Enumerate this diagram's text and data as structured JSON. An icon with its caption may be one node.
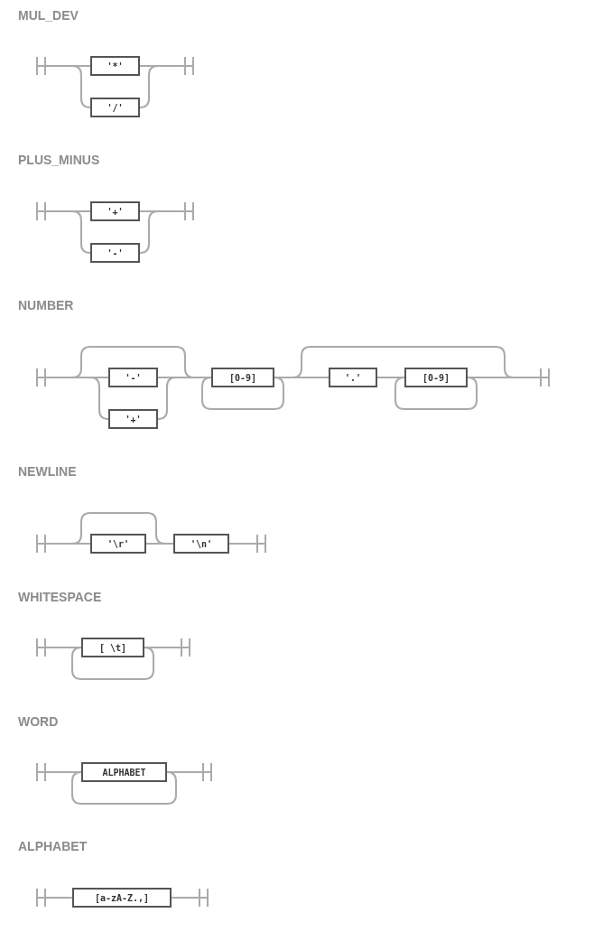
{
  "diagram": {
    "nodes": [
      {
        "text": [],
        "shape": "bar"
      },
      {
        "text": [
          "'*'"
        ]
      },
      {
        "text": [
          "'/'"
        ]
      },
      {
        "text": [],
        "shape": "bar"
      },
      {
        "text": [],
        "shape": "bar"
      },
      {
        "text": [
          "'+'"
        ]
      },
      {
        "text": [
          "'-'"
        ]
      },
      {
        "text": [],
        "shape": "bar"
      },
      {
        "text": [],
        "shape": "bar"
      },
      {
        "text": [
          "'-'"
        ]
      },
      {
        "text": [
          "'+'"
        ]
      },
      {
        "text": [
          "[0-9]"
        ]
      },
      {
        "text": [
          "'.'"
        ]
      },
      {
        "text": [
          "[0-9]"
        ]
      },
      {
        "text": [],
        "shape": "bar"
      },
      {
        "text": [],
        "shape": "bar"
      },
      {
        "text": [
          "'\\r'"
        ]
      },
      {
        "text": [
          "'\\n'"
        ]
      },
      {
        "text": [],
        "shape": "bar"
      },
      {
        "text": [],
        "shape": "bar"
      },
      {
        "text": [
          "[ \\t]"
        ]
      },
      {
        "text": [],
        "shape": "bar"
      },
      {
        "text": [],
        "shape": "bar"
      },
      {
        "text": [
          "ALPHABET"
        ]
      },
      {
        "text": [],
        "shape": "bar"
      },
      {
        "text": [],
        "shape": "bar"
      },
      {
        "text": [
          "[a-zA-Z.,]"
        ]
      },
      {
        "text": [],
        "shape": "bar"
      }
    ],
    "edges": [
      {
        "from": 0,
        "to": 1,
        "arrow": "none"
      },
      {
        "from": 0,
        "to": 2,
        "arrow": "none"
      },
      {
        "from": 1,
        "to": 3,
        "arrow": "none"
      },
      {
        "from": 2,
        "to": 3,
        "arrow": "none"
      },
      {
        "from": 4,
        "to": 5,
        "arrow": "none"
      },
      {
        "from": 4,
        "to": 6,
        "arrow": "none"
      },
      {
        "from": 5,
        "to": 7,
        "arrow": "none"
      },
      {
        "from": 6,
        "to": 7,
        "arrow": "none"
      },
      {
        "from": 8,
        "to": 9,
        "arrow": "none"
      },
      {
        "from": 8,
        "to": 10,
        "arrow": "none"
      },
      {
        "from": 8,
        "to": 11,
        "arrow": "none"
      },
      {
        "from": 9,
        "to": 11,
        "arrow": "none"
      },
      {
        "from": 10,
        "to": 11,
        "arrow": "none"
      },
      {
        "from": 11,
        "to": 11,
        "arrow": "none"
      },
      {
        "from": 11,
        "to": 12,
        "arrow": "none"
      },
      {
        "from": 12,
        "to": 13,
        "arrow": "none"
      },
      {
        "from": 13,
        "to": 13,
        "arrow": "none"
      },
      {
        "from": 13,
        "to": 14,
        "arrow": "none"
      },
      {
        "from": 11,
        "to": 14,
        "arrow": "none"
      },
      {
        "from": 15,
        "to": 16,
        "arrow": "none"
      },
      {
        "from": 15,
        "to": 17,
        "arrow": "none"
      },
      {
        "from": 16,
        "to": 17,
        "arrow": "none"
      },
      {
        "from": 17,
        "to": 18,
        "arrow": "none"
      },
      {
        "from": 19,
        "to": 20,
        "arrow": "none"
      },
      {
        "from": 20,
        "to": 20,
        "arrow": "none"
      },
      {
        "from": 20,
        "to": 21,
        "arrow": "none"
      },
      {
        "from": 22,
        "to": 23,
        "arrow": "none"
      },
      {
        "from": 23,
        "to": 23,
        "arrow": "none"
      },
      {
        "from": 23,
        "to": 24,
        "arrow": "none"
      },
      {
        "from": 25,
        "to": 26,
        "arrow": "none"
      },
      {
        "from": 26,
        "to": 27,
        "arrow": "none"
      }
    ],
    "labels": [
      "MUL_DEV",
      "PLUS_MINUS",
      "NUMBER",
      "NEWLINE",
      "WHITESPACE",
      "WORD",
      "ALPHABET"
    ]
  }
}
